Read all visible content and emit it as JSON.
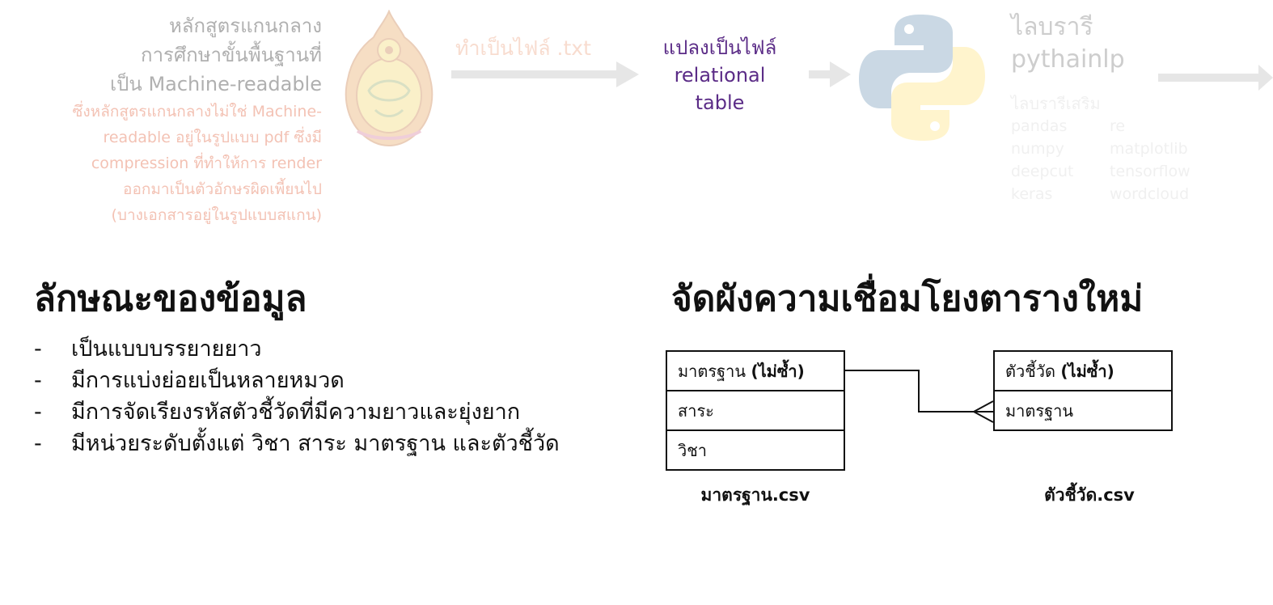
{
  "source": {
    "title_lines": [
      "หลักสูตรแกนกลาง",
      "การศึกษาขั้นพื้นฐานที่",
      "เป็น Machine-readable"
    ],
    "description_lines": [
      "ซึ่งหลักสูตรแกนกลางไม่ใช่ Machine-",
      "readable อยู่ในรูปแบบ pdf ซึ่งมี",
      "compression ที่ทำให้การ render",
      "ออกมาเป็นตัวอักษรผิดเพี้ยนไป",
      "(บางเอกสารอยู่ในรูปแบบสแกน)"
    ],
    "logo_icon": "ministry-seal-icon"
  },
  "pipeline": {
    "step_txt": "ทำเป็นไฟล์ .txt",
    "step_relational_lines": [
      "แปลงเป็นไฟล์",
      "relational",
      "table"
    ],
    "python_icon": "python-logo-icon",
    "library": {
      "title_lines": [
        "ไลบรารี",
        "pythainlp"
      ],
      "extra_label": "ไลบรารีเสริม",
      "items": [
        "pandas",
        "re",
        "numpy",
        "matplotlib",
        "deepcut",
        "tensorflow",
        "keras",
        "wordcloud"
      ]
    }
  },
  "data_characteristics": {
    "title": "ลักษณะของข้อมูล",
    "bullets": [
      "เป็นแบบบรรยายยาว",
      "มีการแบ่งย่อยเป็นหลายหมวด",
      "มีการจัดเรียงรหัสตัวชี้วัดที่มีความยาวและยุ่งยาก",
      "มีหน่วยระดับตั้งแต่ วิชา สาระ มาตรฐาน และตัวชี้วัด"
    ]
  },
  "schema": {
    "title": "จัดผังความเชื่อมโยงตารางใหม่",
    "standard_table": {
      "pk_label": "มาตรฐาน",
      "pk_note": "(ไม่ซ้ำ)",
      "fields": [
        "สาระ",
        "วิชา"
      ],
      "caption": "มาตรฐาน.csv"
    },
    "indicator_table": {
      "pk_label": "ตัวชี้วัด",
      "pk_note": "(ไม่ซ้ำ)",
      "fields": [
        "มาตรฐาน"
      ],
      "caption": "ตัวชี้วัด.csv"
    },
    "relationship": "one-to-many"
  },
  "colors": {
    "accent_purple": "#5b2c87",
    "faded_gray": "#b0b0b0",
    "faded_salmon": "#f3c2b4",
    "arrow_gray": "#e6e6e6"
  }
}
